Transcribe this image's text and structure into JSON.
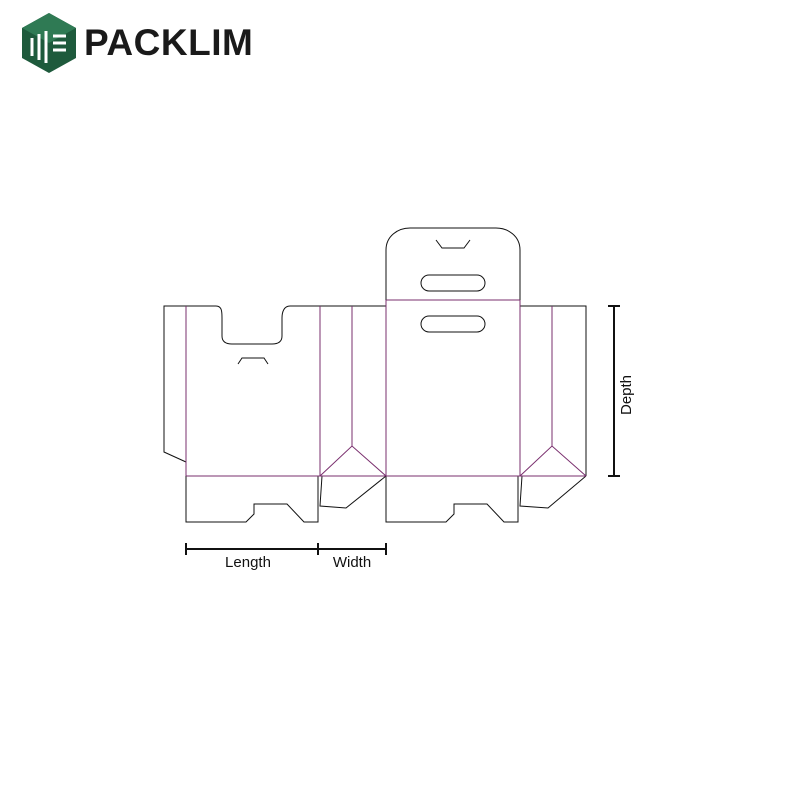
{
  "brand": {
    "name": "PACKLIM",
    "icon": "hexagon-logo-icon",
    "color": "#1e5a3c"
  },
  "dieline": {
    "cut_color": "#111111",
    "fold_color": "#7a2f6e"
  },
  "dimensions": {
    "length_label": "Length",
    "width_label": "Width",
    "depth_label": "Depth"
  }
}
